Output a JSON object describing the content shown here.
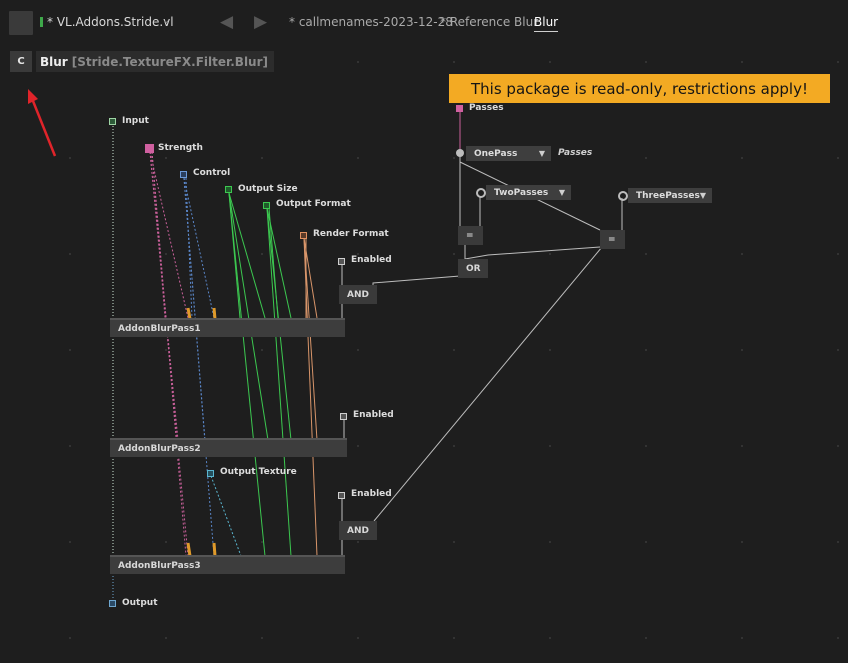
{
  "toolbar": {
    "document_title": "* VL.Addons.Stride.vl",
    "back_arrow": "◀",
    "forward_arrow": "▶",
    "tabs": [
      {
        "label": "* callmenames-2023-12-28"
      },
      {
        "label": "* Reference Blur"
      },
      {
        "label": "Blur"
      }
    ]
  },
  "breadcrumb": {
    "type_letter": "C",
    "name": "Blur",
    "full_name": "[Stride.TextureFX.Filter.Blur]"
  },
  "warning": {
    "text": "This package is read-only, restrictions apply!"
  },
  "pins": {
    "input": "Input",
    "strength": "Strength",
    "control": "Control",
    "output_size": "Output Size",
    "output_format": "Output Format",
    "render_format": "Render Format",
    "enabled_1": "Enabled",
    "enabled_2": "Enabled",
    "enabled_3": "Enabled",
    "output_texture": "Output Texture",
    "output": "Output",
    "passes": "Passes"
  },
  "nodes": {
    "pass1": "AddonBlurPass1",
    "pass2": "AddonBlurPass2",
    "pass3": "AddonBlurPass3",
    "and1": "AND",
    "and2": "AND",
    "or": "OR",
    "eq1": "=",
    "eq2": "="
  },
  "enums": {
    "one_pass": "OnePass",
    "two_passes": "TwoPasses",
    "three_passes": "ThreePasses",
    "passes_label": "Passes",
    "arrow": "▼"
  },
  "colors": {
    "background": "#1e1e1e",
    "warning": "#f3aa23",
    "texture_pin": "#6fa7d0",
    "float_pin": "#d060a0",
    "bool_pin": "#cfcfcf",
    "green_pin": "#3cc850",
    "orange_pin": "#e09060"
  }
}
